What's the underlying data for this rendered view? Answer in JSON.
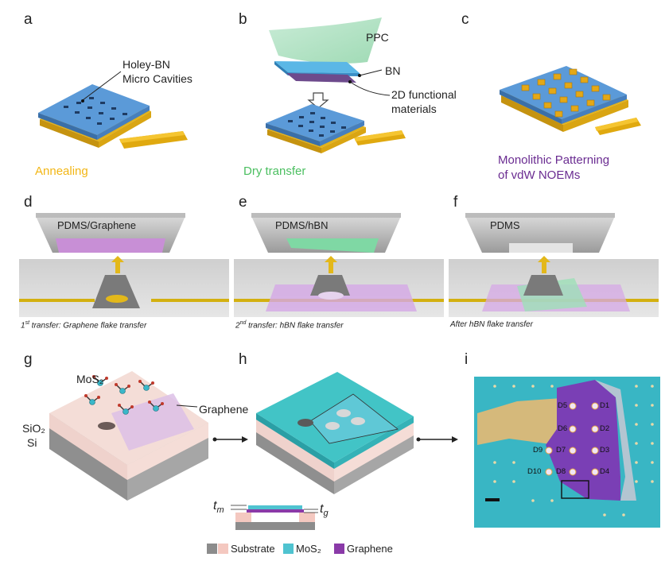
{
  "panels": {
    "a": {
      "letter": "a",
      "callout": [
        "Holey-BN",
        "Micro Cavities"
      ],
      "caption": "Annealing",
      "caption_color": "#f2b615"
    },
    "b": {
      "letter": "b",
      "labels": {
        "ppc": "PPC",
        "bn": "BN",
        "materials": [
          "2D functional",
          "materials"
        ]
      },
      "caption": "Dry transfer",
      "caption_color": "#4bbf60"
    },
    "c": {
      "letter": "c",
      "caption": [
        "Monolithic Patterning",
        "of vdW NOEMs"
      ],
      "caption_color": "#6a2c91"
    },
    "d": {
      "letter": "d",
      "stamp": "PDMS/Graphene",
      "caption_sup": "st",
      "caption_pre": "1",
      "caption": " transfer: Graphene flake  transfer"
    },
    "e": {
      "letter": "e",
      "stamp": "PDMS/hBN",
      "caption_sup": "nd",
      "caption_pre": "2",
      "caption": " transfer: hBN flake  transfer"
    },
    "f": {
      "letter": "f",
      "stamp": "PDMS",
      "caption": "After hBN flake  transfer"
    },
    "g": {
      "letter": "g",
      "labels": {
        "mos2": "MoS₂",
        "graphene": "Graphene",
        "sio2": "SiO₂",
        "si": "Si"
      }
    },
    "h": {
      "letter": "h",
      "inset": {
        "tm": "t",
        "tm_sub": "m",
        "tg": "t",
        "tg_sub": "g"
      }
    },
    "i": {
      "letter": "i",
      "devices": [
        "D5",
        "D1",
        "D6",
        "D2",
        "D9",
        "D7",
        "D3",
        "D10",
        "D8",
        "D4"
      ]
    }
  },
  "legend": {
    "substrate": "Substrate",
    "mos2": "MoS₂",
    "graphene": "Graphene"
  },
  "colors": {
    "bn_blue": "#4f8fd1",
    "gold": "#f2b615",
    "purple": "#8a3aa8",
    "teal": "#3cc0c2",
    "pink": "#f4c8c0",
    "grey": "#8c8c8c"
  }
}
